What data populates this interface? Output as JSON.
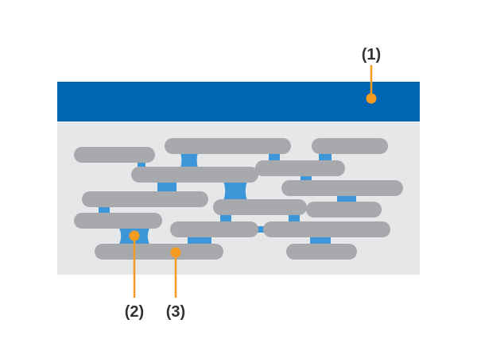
{
  "colors": {
    "background": "#ffffff",
    "panel": "#e6e7e8",
    "top_band": "#0066b3",
    "rod": "#a7a9ac",
    "link": "#3d96d8",
    "callout": "#f39c1f",
    "label_text": "#333333"
  },
  "callouts": [
    {
      "label": "(1)"
    },
    {
      "label": "(2)"
    },
    {
      "label": "(3)"
    }
  ]
}
